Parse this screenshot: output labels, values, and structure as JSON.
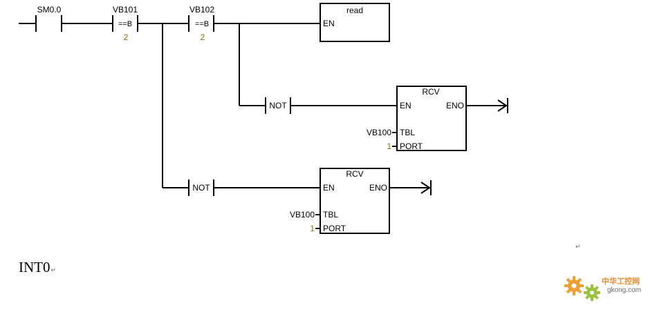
{
  "network": {
    "contact_sm": {
      "label": "SM0.0"
    },
    "cmp1": {
      "operand": "VB101",
      "op": "==B",
      "value": "2"
    },
    "cmp2": {
      "operand": "VB102",
      "op": "==B",
      "value": "2"
    },
    "not_upper": {
      "label": "NOT"
    },
    "not_lower": {
      "label": "NOT"
    },
    "read_box": {
      "title": "read",
      "en": "EN"
    },
    "rcv_upper": {
      "title": "RCV",
      "en": "EN",
      "eno": "ENO",
      "tbl_pin": "TBL",
      "port_pin": "PORT",
      "tbl_value": "VB100",
      "port_value": "1"
    },
    "rcv_lower": {
      "title": "RCV",
      "en": "EN",
      "eno": "ENO",
      "tbl_pin": "TBL",
      "port_pin": "PORT",
      "tbl_value": "VB100",
      "port_value": "1"
    }
  },
  "section": {
    "label": "INT0",
    "para_mark": "↵"
  },
  "para_mark_right": "↵",
  "watermark": {
    "title": "中华工控网",
    "url": "gkong.com"
  }
}
